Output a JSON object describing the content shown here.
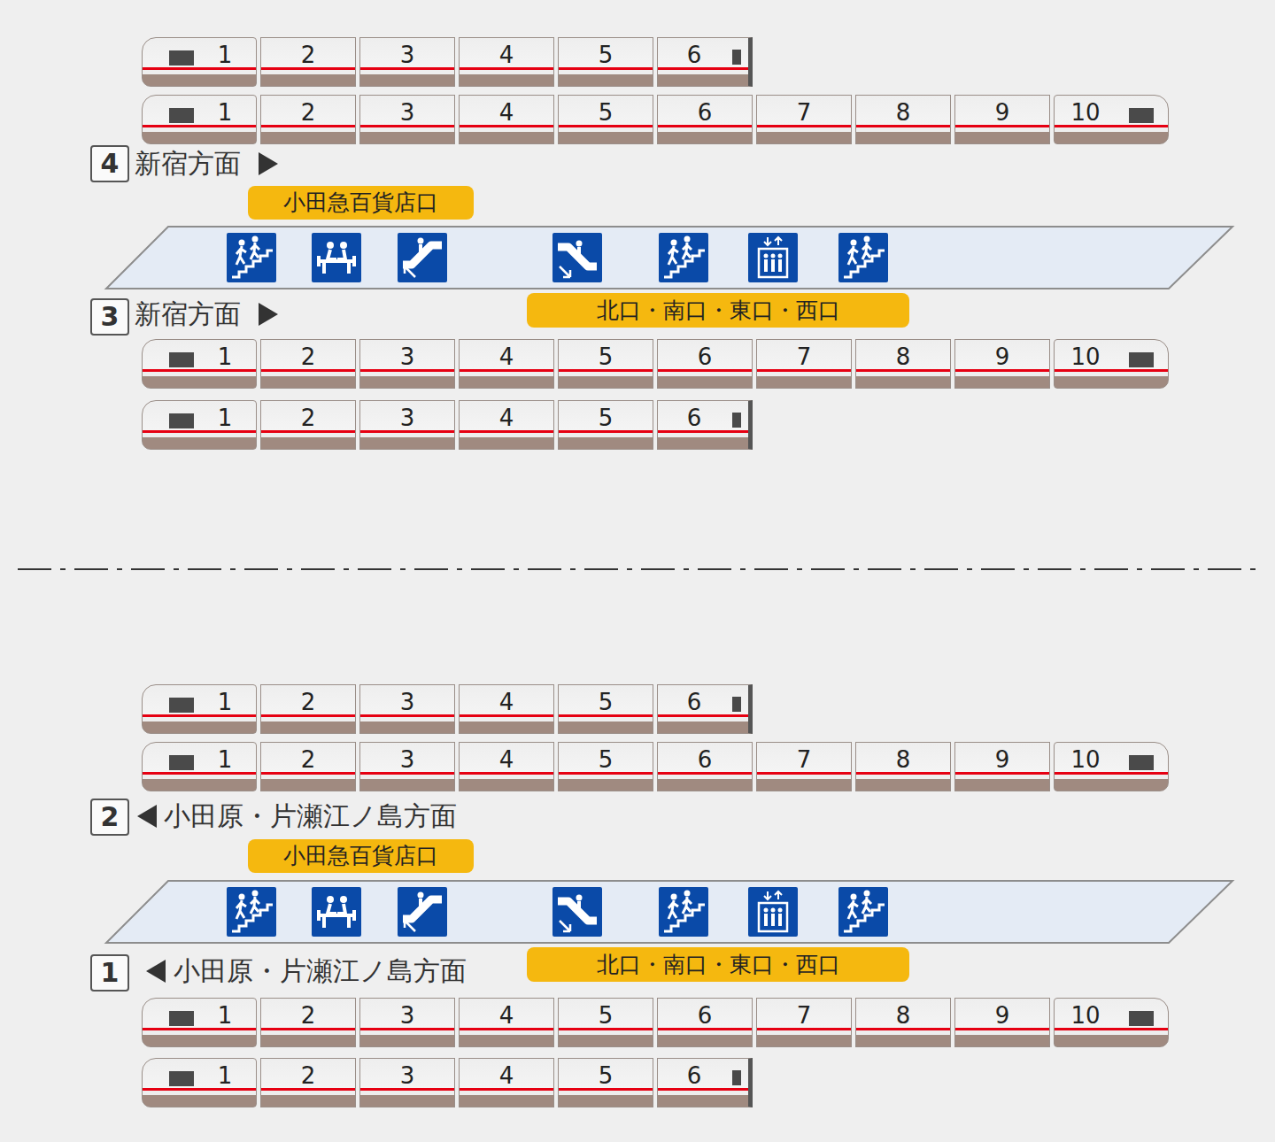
{
  "diagram": {
    "nodes": [
      {
        "text": [
          "1"
        ]
      },
      {
        "text": [
          "2"
        ]
      },
      {
        "text": [
          "3"
        ]
      },
      {
        "text": [
          "4"
        ]
      },
      {
        "text": [
          "5"
        ]
      },
      {
        "text": [
          "6"
        ]
      },
      {
        "text": [
          "1"
        ]
      },
      {
        "text": [
          "2"
        ]
      },
      {
        "text": [
          "3"
        ]
      },
      {
        "text": [
          "4"
        ]
      },
      {
        "text": [
          "5"
        ]
      },
      {
        "text": [
          "6"
        ]
      },
      {
        "text": [
          "7"
        ]
      },
      {
        "text": [
          "8"
        ]
      },
      {
        "text": [
          "9"
        ]
      },
      {
        "text": [
          "10"
        ]
      },
      {
        "text": [
          "4"
        ]
      },
      {
        "text": [
          "小田急百貨店口"
        ]
      },
      {
        "text": [
          "3"
        ]
      },
      {
        "text": [
          "北口・南口・東口・西口"
        ]
      },
      {
        "text": [
          "1"
        ]
      },
      {
        "text": [
          "2"
        ]
      },
      {
        "text": [
          "3"
        ]
      },
      {
        "text": [
          "4"
        ]
      },
      {
        "text": [
          "5"
        ]
      },
      {
        "text": [
          "6"
        ]
      },
      {
        "text": [
          "7"
        ]
      },
      {
        "text": [
          "8"
        ]
      },
      {
        "text": [
          "9"
        ]
      },
      {
        "text": [
          "10"
        ]
      },
      {
        "text": [
          "1"
        ]
      },
      {
        "text": [
          "2"
        ]
      },
      {
        "text": [
          "3"
        ]
      },
      {
        "text": [
          "4"
        ]
      },
      {
        "text": [
          "5"
        ]
      },
      {
        "text": [
          "6"
        ]
      },
      {
        "text": [
          "1"
        ]
      },
      {
        "text": [
          "2"
        ]
      },
      {
        "text": [
          "3"
        ]
      },
      {
        "text": [
          "4"
        ]
      },
      {
        "text": [
          "5"
        ]
      },
      {
        "text": [
          "6"
        ]
      },
      {
        "text": [
          "1"
        ]
      },
      {
        "text": [
          "2"
        ]
      },
      {
        "text": [
          "3"
        ]
      },
      {
        "text": [
          "4"
        ]
      },
      {
        "text": [
          "5"
        ]
      },
      {
        "text": [
          "6"
        ]
      },
      {
        "text": [
          "7"
        ]
      },
      {
        "text": [
          "8"
        ]
      },
      {
        "text": [
          "9"
        ]
      },
      {
        "text": [
          "10"
        ]
      },
      {
        "text": [
          "2"
        ]
      },
      {
        "text": [
          "小田急百貨店口"
        ]
      },
      {
        "text": [
          "1"
        ]
      },
      {
        "text": [
          "北口・南口・東口・西口"
        ]
      },
      {
        "text": [
          "1"
        ]
      },
      {
        "text": [
          "2"
        ]
      },
      {
        "text": [
          "3"
        ]
      },
      {
        "text": [
          "4"
        ]
      },
      {
        "text": [
          "5"
        ]
      },
      {
        "text": [
          "6"
        ]
      },
      {
        "text": [
          "7"
        ]
      },
      {
        "text": [
          "8"
        ]
      },
      {
        "text": [
          "9"
        ]
      },
      {
        "text": [
          "10"
        ]
      },
      {
        "text": [
          "1"
        ]
      },
      {
        "text": [
          "2"
        ]
      },
      {
        "text": [
          "3"
        ]
      },
      {
        "text": [
          "4"
        ]
      },
      {
        "text": [
          "5"
        ]
      },
      {
        "text": [
          "6"
        ]
      }
    ],
    "labels": [
      "新宿方面",
      "新宿方面",
      "小田原・片瀬江ノ島方面",
      "小田原・片瀬江ノ島方面"
    ]
  }
}
